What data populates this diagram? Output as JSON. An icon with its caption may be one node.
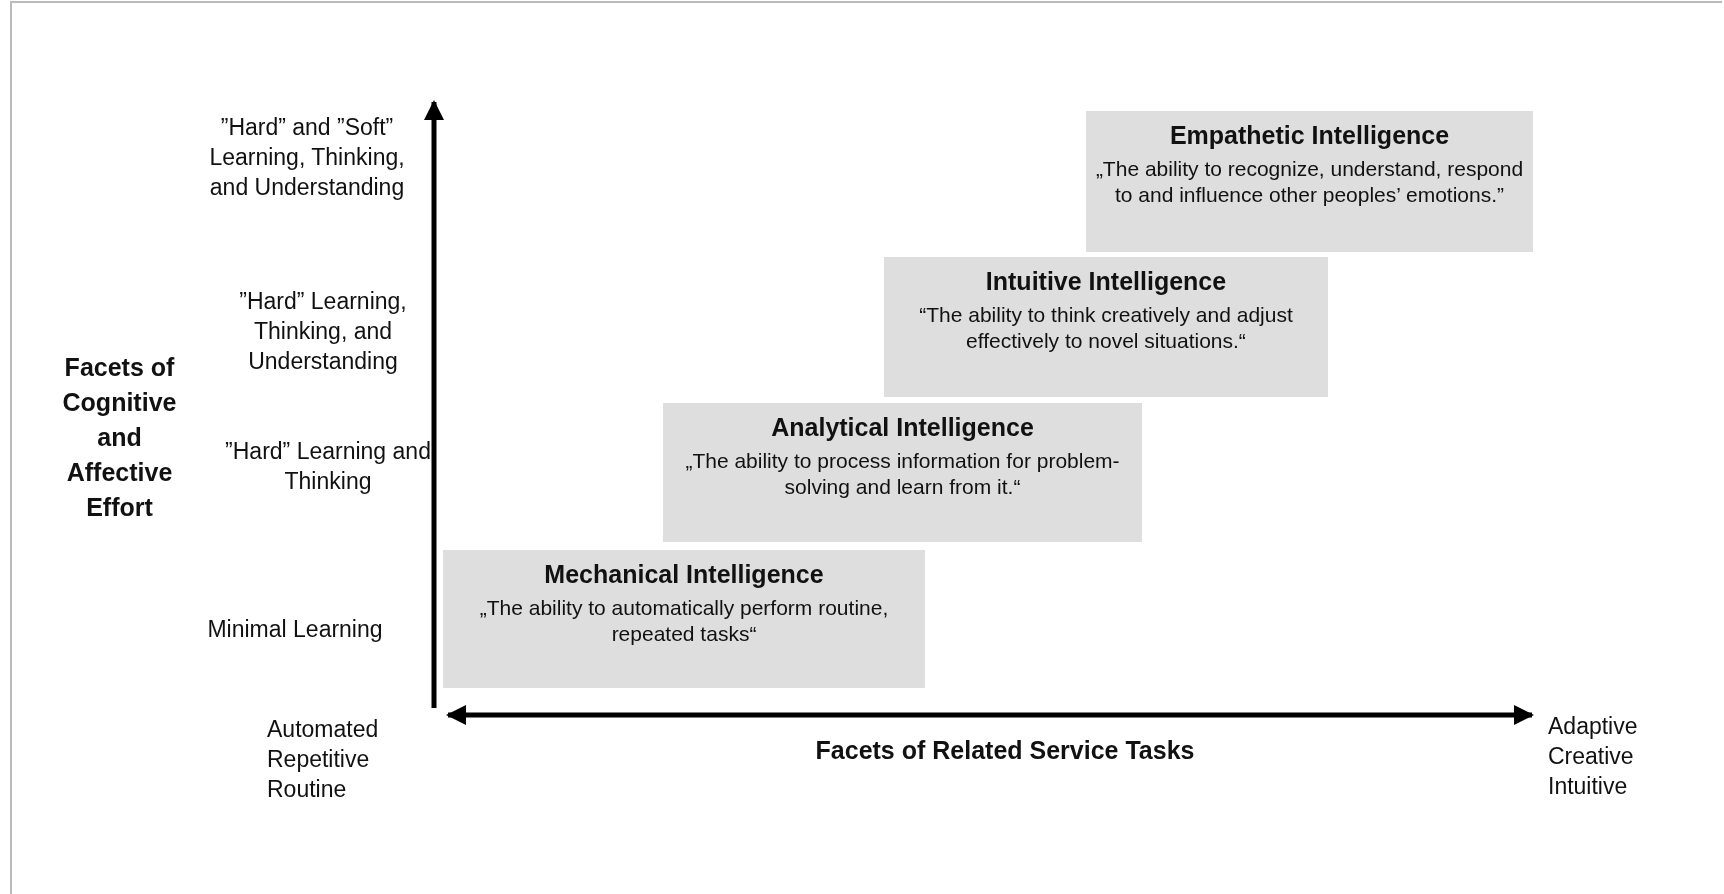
{
  "diagram": {
    "nodes": [
      {
        "text": [
          "Empathetic Intelligence",
          "„The ability to recognize, understand, respond to and influence other peoples’ emotions.”"
        ]
      },
      {
        "text": [
          "Intuitive Intelligence",
          "“The ability to think creatively and adjust effectively to novel situations.“"
        ]
      },
      {
        "text": [
          "Analytical Intelligence",
          "„The ability to process information for problem-solving and learn from it.“"
        ]
      },
      {
        "text": [
          "Mechanical Intelligence",
          "„The ability to automatically perform routine, repeated tasks“"
        ]
      }
    ],
    "edges": [],
    "labels": [
      "”Hard” and ”Soft” Learning, Thinking, and Understanding",
      "”Hard” Learning, Thinking, and Understanding",
      "Facets of Cognitive and Affective Effort",
      "”Hard” Learning and Thinking",
      "Minimal Learning",
      "Automated Repetitive Routine",
      "Facets of Related Service Tasks",
      "Adaptive Creative Intuitive"
    ]
  }
}
